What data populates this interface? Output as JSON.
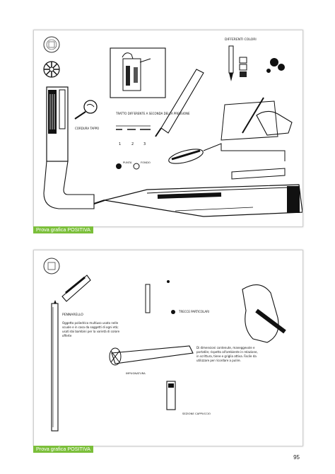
{
  "sheet1": {
    "caption": "Prova grafica POSITIVA",
    "labels": {
      "differenti_colori": "DIFFERENTI COLORI",
      "tratto": "TRATTO DIFFERENTE A SECONDA DELLA PRESSIONE",
      "numbers": [
        "1",
        "2",
        "3"
      ],
      "cordura_tappo": "CORDURA TAPPO",
      "punta": "PUNTA",
      "fondo": "FONDO"
    }
  },
  "sheet2": {
    "caption": "Prova grafica POSITIVA",
    "labels": {
      "pennarello": "PENNARELLO",
      "pennarello_text": "Oggetto poliedrico multiuso usato nelle scuole e in casa da soggetti di ogni età; usati dai bambini per la varietà di colore offerte",
      "tecnica_text": "Di dimensioni contenute, maneggevole e portatile; rispetto all'ambiente in relazione, in scrittura, tiene e griglia attiva. Facile da utilizzare per ricordare a pulire.",
      "colori_label": "TRECCE PARTICOLARI",
      "pomello": "IMPUGNATURA",
      "cappuccio": "SEZIONE CAPPUCCIO"
    }
  },
  "page": {
    "number": "95"
  }
}
